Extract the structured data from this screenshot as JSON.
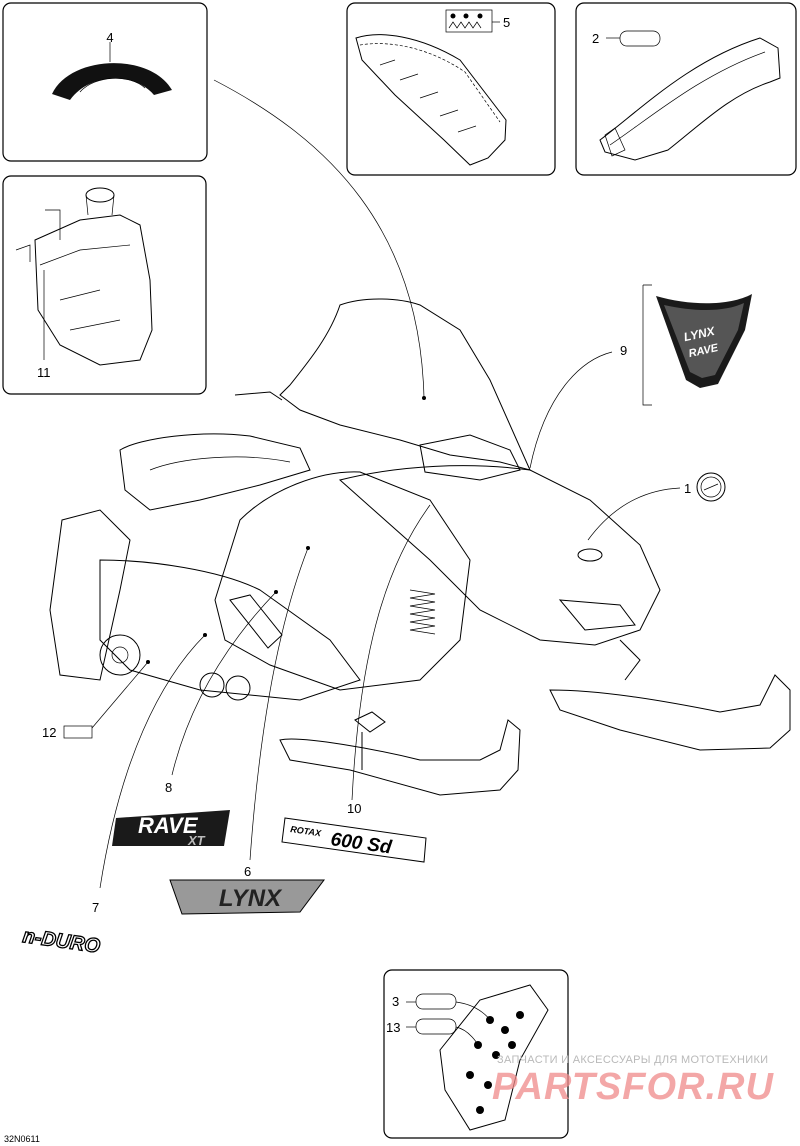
{
  "callouts": {
    "c1": "1",
    "c2": "2",
    "c3": "3",
    "c4": "4",
    "c5": "5",
    "c6": "6",
    "c7": "7",
    "c8": "8",
    "c9": "9",
    "c10": "10",
    "c11": "11",
    "c12": "12",
    "c13": "13"
  },
  "decals": {
    "rave": "RAVE",
    "rave_xt": "XT",
    "rotax": "ROTAX",
    "rotax_model": "600 Sd",
    "lynx": "LYNX",
    "nduro": "n-DURO",
    "lynx_rave_lynx": "LYNX",
    "lynx_rave_rave": "RAVE"
  },
  "watermark": {
    "caption": "ЗАПЧАСТИ И АКСЕССУАРЫ ДЛЯ МОТОТЕХНИКИ",
    "logo": "PARTSFOR.RU"
  },
  "figure_code": "32N0611",
  "colors": {
    "line": "#000000",
    "watermark_logo": "#f08a8a",
    "watermark_text": "#b9b9b9"
  }
}
